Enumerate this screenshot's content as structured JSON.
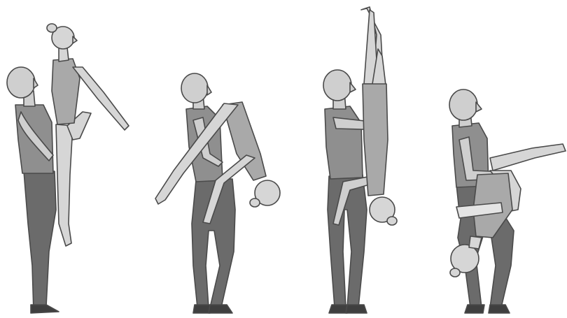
{
  "colors": {
    "background": "#ffffff",
    "male_skin": "#cfcfcf",
    "male_top": "#8f8f8f",
    "male_legs": "#6b6b6b",
    "female_skin": "#d6d6d6",
    "female_top": "#a9a9a9",
    "outline": "#4a4a4a",
    "shoe": "#3f3f3f"
  },
  "figures": [
    {
      "name": "pair-1",
      "description_icon": "dance-lift-upright-icon"
    },
    {
      "name": "pair-2",
      "description_icon": "dance-lift-backbend-icon"
    },
    {
      "name": "pair-3",
      "description_icon": "dance-lift-inverted-split-icon"
    },
    {
      "name": "pair-4",
      "description_icon": "dance-lift-inverted-tuck-icon"
    }
  ]
}
